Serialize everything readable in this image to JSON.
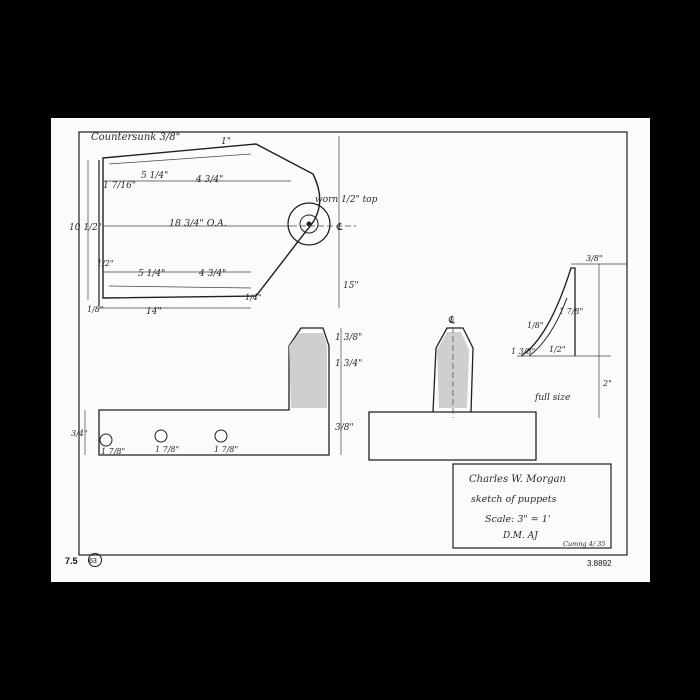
{
  "annotations": {
    "countersunk": "Countersunk 3/8\"",
    "dim_1": "1\"",
    "dim_1_7_16": "1 7/16\"",
    "dim_5_1_4_top": "5 1/4\"",
    "dim_4_3_4_top": "4 3/4\"",
    "dim_10_1_2": "10 1/2\"",
    "dim_18_3_4_oa": "18 3/4\" O.A.",
    "dim_5_1_4_bottom": "5 1/4\"",
    "dim_4_3_4_bottom": "4 3/4\"",
    "dim_14": "14\"",
    "dim_1_4": "1/4\"",
    "dim_15": "15\"",
    "dim_1_8": "1/8\"",
    "dim_12_top": "1/2\"",
    "worm": "worn 1/2\" top",
    "centerline": "℄",
    "dim_1_3_8_side": "1 3/8\"",
    "dim_1_3_4_side": "1 3/4\"",
    "dim_3_8_side": "3/8\"",
    "dim_3_4_left": "3/4\"",
    "dim_1_7_8_a": "1 7/8\"",
    "dim_1_7_8_b": "1 7/8\"",
    "dim_1_7_8_c": "1 7/8\"",
    "dim_3_8_detail": "3/8\"",
    "dim_1_7_8_detail": "1 7/8\"",
    "dim_1_8_detail": "1/8\"",
    "dim_1_3_8_detail": "1 3/8\"",
    "dim_1_2_detail": "1/2\"",
    "dim_2_detail": "2\"",
    "full_size": "full size",
    "detail_center": "℄"
  },
  "title_block": {
    "name": "Charles W. Morgan",
    "subtitle": "sketch of puppets",
    "scale": "Scale: 3\" = 1'",
    "initials": "D.M. AJ",
    "date": "Cumng 4/ 35"
  },
  "corner_marks": {
    "left": "7.5",
    "circled": "63",
    "right": "3.8892"
  },
  "colors": {
    "paper": "#fbfbf9",
    "ink": "#1f1f1f",
    "background": "#000000"
  }
}
